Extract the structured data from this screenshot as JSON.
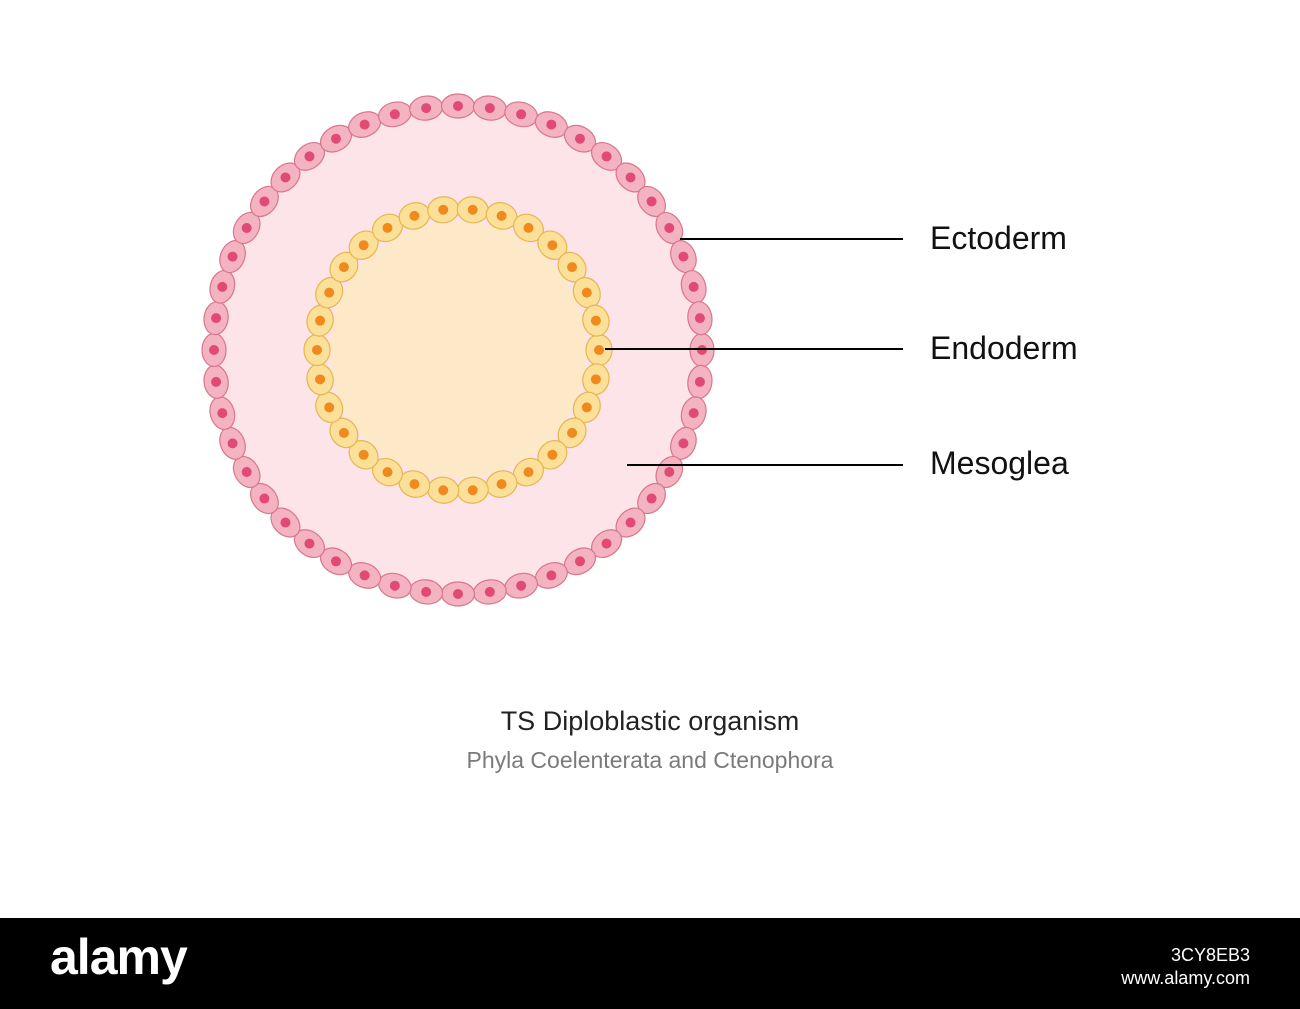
{
  "diagram": {
    "labels": {
      "ectoderm": "Ectoderm",
      "endoderm": "Endoderm",
      "mesoglea": "Mesoglea"
    },
    "colors": {
      "mesoglea_fill": "#fde4e8",
      "ectoderm_cell": "#f4b3c0",
      "ectoderm_cell_border": "#d9758c",
      "ectoderm_nucleus": "#e04a73",
      "endoderm_lumen": "#fde8c8",
      "endoderm_cell": "#fbe09a",
      "endoderm_cell_border": "#e6b64f",
      "endoderm_nucleus": "#f08a1e",
      "leader_line": "#000000"
    }
  },
  "caption": {
    "title": "TS Diploblastic organism",
    "subtitle": "Phyla Coelenterata and Ctenophora"
  },
  "footer": {
    "brand": "alamy",
    "image_id": "3CY8EB3",
    "url": "www.alamy.com"
  }
}
